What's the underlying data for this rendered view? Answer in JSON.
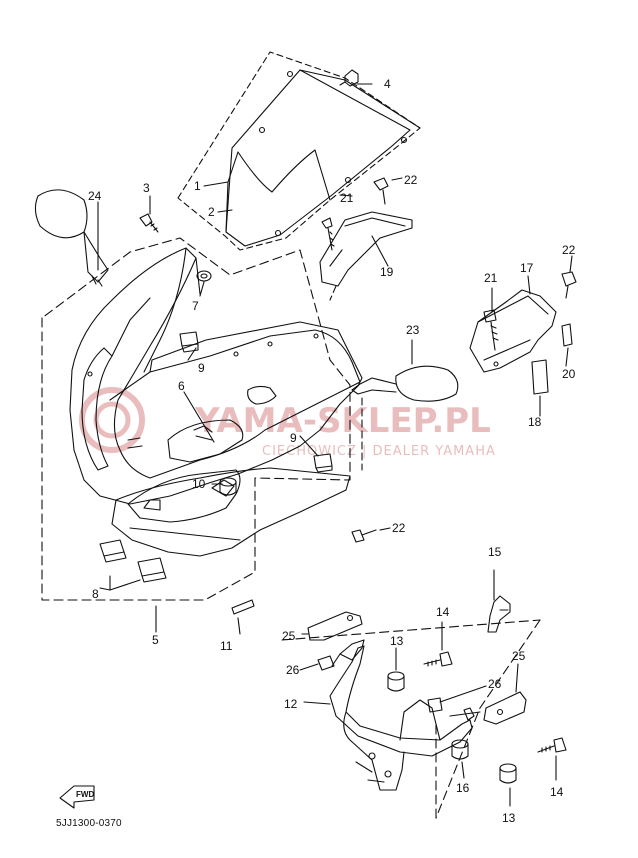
{
  "diagram": {
    "code": "5JJ1300-0370",
    "fwd_label": "FWD",
    "watermark": {
      "main": "YAMA-SKLEP.PL",
      "sub": "CIECHOWICZ | DEALER YAMAHA"
    },
    "callouts": {
      "c1": "1",
      "c2": "2",
      "c3": "3",
      "c4": "4",
      "c5": "5",
      "c6": "6",
      "c7": "7",
      "c8": "8",
      "c9a": "9",
      "c9b": "9",
      "c10": "10",
      "c11": "11",
      "c12": "12",
      "c13a": "13",
      "c13b": "13",
      "c14a": "14",
      "c14b": "14",
      "c15": "15",
      "c16": "16",
      "c17": "17",
      "c18": "18",
      "c19": "19",
      "c20": "20",
      "c21a": "21",
      "c21b": "21",
      "c22a": "22",
      "c22b": "22",
      "c22c": "22",
      "c23": "23",
      "c24": "24",
      "c25a": "25",
      "c25b": "25",
      "c26a": "26",
      "c26b": "26"
    },
    "colors": {
      "ink": "#111111",
      "watermark": "#e6b2b2"
    }
  }
}
